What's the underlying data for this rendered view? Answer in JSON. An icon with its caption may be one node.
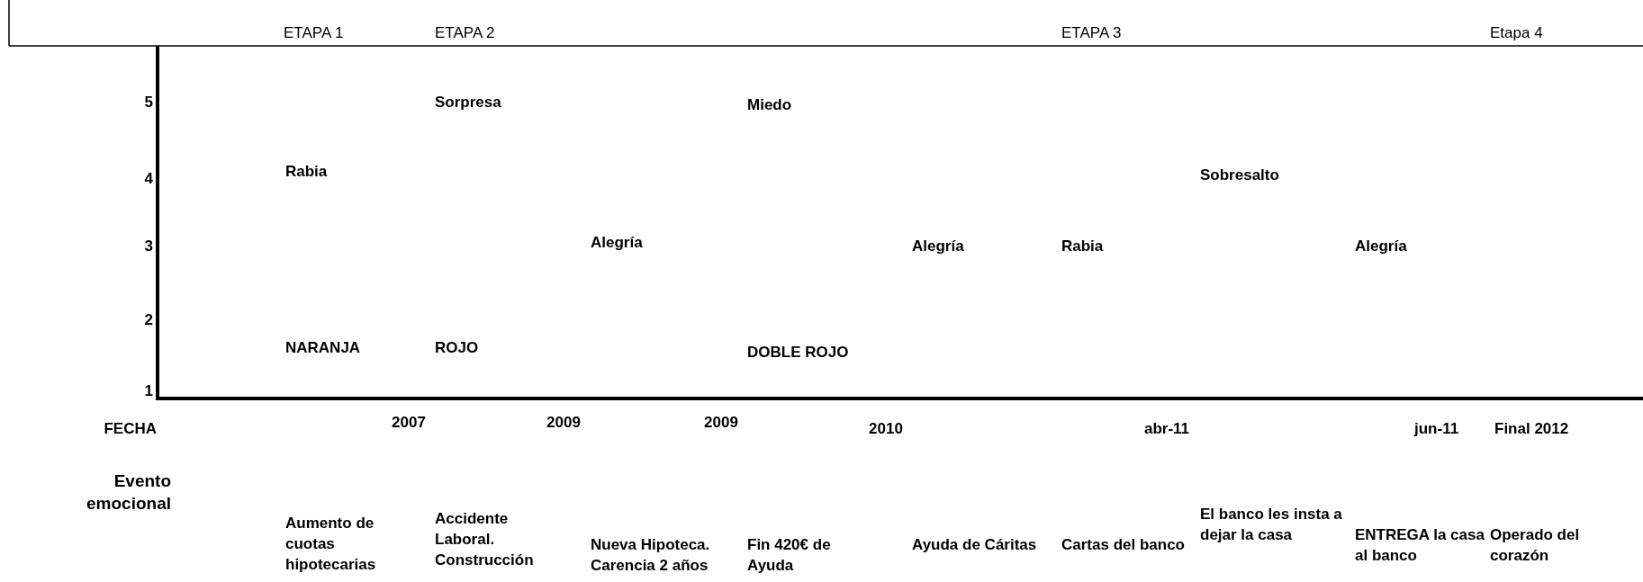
{
  "diagram": {
    "labels": [
      "ETAPA 1",
      "ETAPA 2",
      "ETAPA 3",
      "Etapa 4",
      "5",
      "Sorpresa",
      "Miedo",
      "4",
      "Rabia",
      "Sobresalto",
      "3",
      "Alegría",
      "Alegría",
      "Rabia",
      "Alegría",
      "2",
      "NARANJA",
      "ROJO",
      "DOBLE ROJO",
      "1",
      "FECHA",
      "2007",
      "2009",
      "2009",
      "2010",
      "abr-11",
      "jun-11",
      "Final 2012",
      "Evento emocional",
      "Aumento de cuotas hipotecarias",
      "Accidente Laboral. Construcción",
      "Nueva Hipoteca. Carencia 2 años",
      "Fin 420€ de Ayuda",
      "Ayuda de Cáritas",
      "Cartas del banco",
      "El banco les insta a dejar la casa",
      "ENTREGA la casa al banco",
      "Operado del corazón"
    ]
  }
}
